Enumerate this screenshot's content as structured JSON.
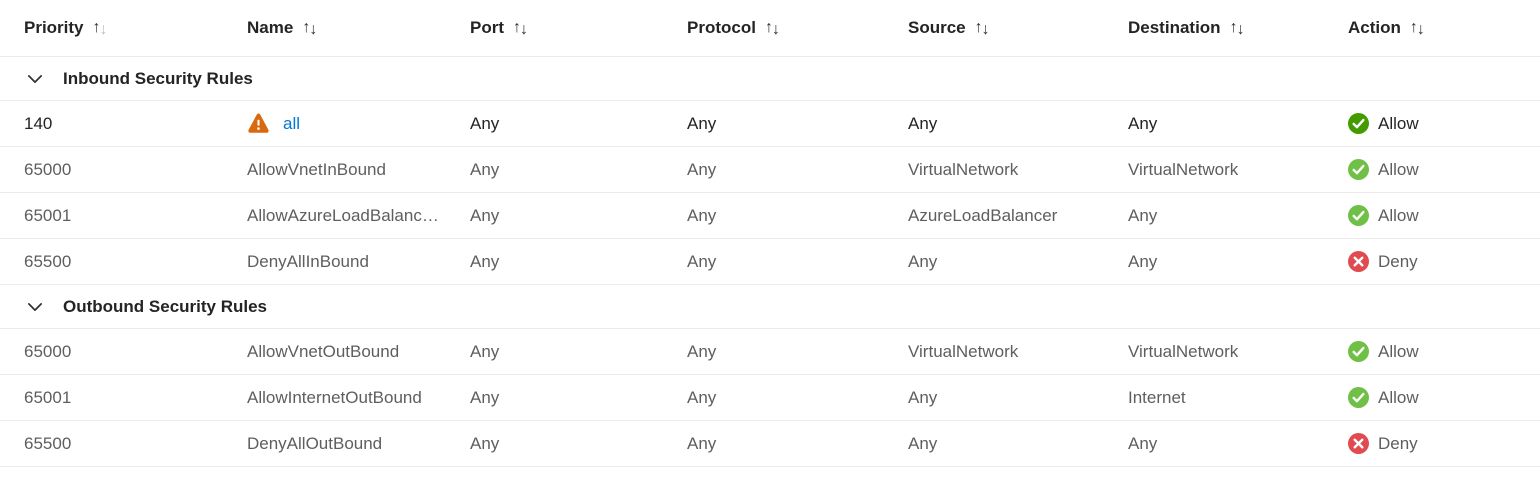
{
  "table": {
    "sort_asc_icon": "↑",
    "sort_desc_icon": "↓",
    "columns": [
      {
        "label": "Priority",
        "sorted": "asc"
      },
      {
        "label": "Name",
        "sorted": "none"
      },
      {
        "label": "Port",
        "sorted": "none"
      },
      {
        "label": "Protocol",
        "sorted": "none"
      },
      {
        "label": "Source",
        "sorted": "none"
      },
      {
        "label": "Destination",
        "sorted": "none"
      },
      {
        "label": "Action",
        "sorted": "none"
      }
    ],
    "groups": [
      {
        "label": "Inbound Security Rules",
        "rows": [
          {
            "priority": "140",
            "name": "all",
            "port": "Any",
            "protocol": "Any",
            "source": "Any",
            "destination": "Any",
            "action": "Allow"
          },
          {
            "priority": "65000",
            "name": "AllowVnetInBound",
            "port": "Any",
            "protocol": "Any",
            "source": "VirtualNetwork",
            "destination": "VirtualNetwork",
            "action": "Allow"
          },
          {
            "priority": "65001",
            "name": "AllowAzureLoadBalanc…",
            "port": "Any",
            "protocol": "Any",
            "source": "AzureLoadBalancer",
            "destination": "Any",
            "action": "Allow"
          },
          {
            "priority": "65500",
            "name": "DenyAllInBound",
            "port": "Any",
            "protocol": "Any",
            "source": "Any",
            "destination": "Any",
            "action": "Deny"
          }
        ]
      },
      {
        "label": "Outbound Security Rules",
        "rows": [
          {
            "priority": "65000",
            "name": "AllowVnetOutBound",
            "port": "Any",
            "protocol": "Any",
            "source": "VirtualNetwork",
            "destination": "VirtualNetwork",
            "action": "Allow"
          },
          {
            "priority": "65001",
            "name": "AllowInternetOutBound",
            "port": "Any",
            "protocol": "Any",
            "source": "Any",
            "destination": "Internet",
            "action": "Allow"
          },
          {
            "priority": "65500",
            "name": "DenyAllOutBound",
            "port": "Any",
            "protocol": "Any",
            "source": "Any",
            "destination": "Any",
            "action": "Deny"
          }
        ]
      }
    ],
    "colors": {
      "link": "#0078d4",
      "allow_custom": "#449b00",
      "allow_default": "#70bf47",
      "deny": "#e14a51",
      "warning": "#d9690e",
      "sort_inactive": "#c3c1bf"
    }
  }
}
